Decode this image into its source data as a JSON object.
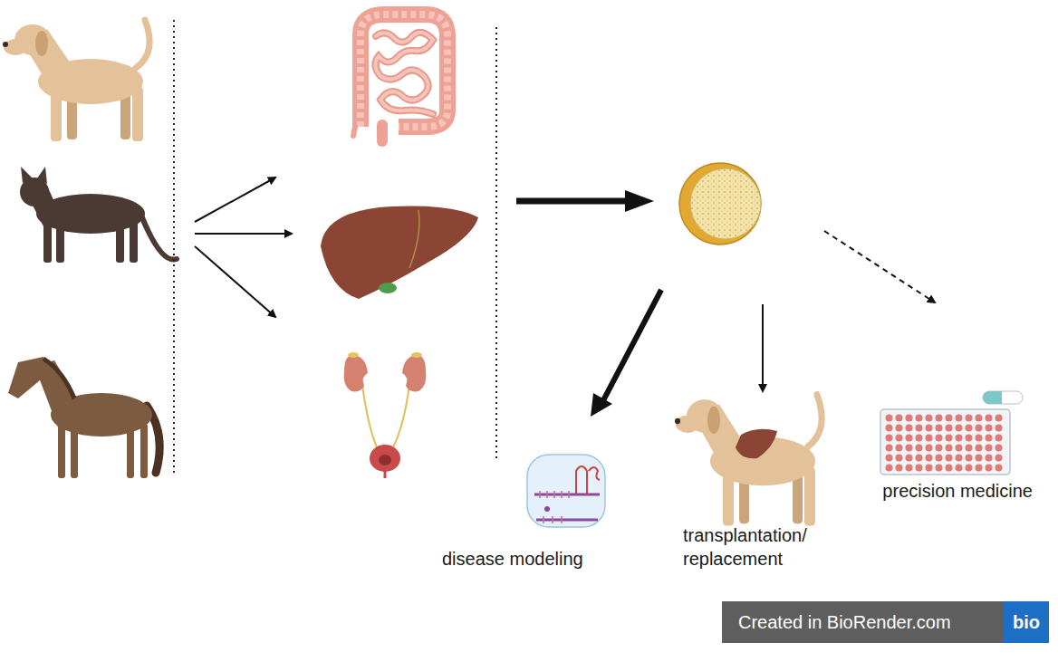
{
  "diagram": {
    "nodes": [
      {
        "text": [
          "Created in BioRender.com"
        ]
      },
      {
        "text": [
          "bio"
        ],
        "in": 0
      }
    ],
    "labels": [
      "disease modeling",
      "transplantation/ replacement",
      "precision medicine"
    ]
  }
}
